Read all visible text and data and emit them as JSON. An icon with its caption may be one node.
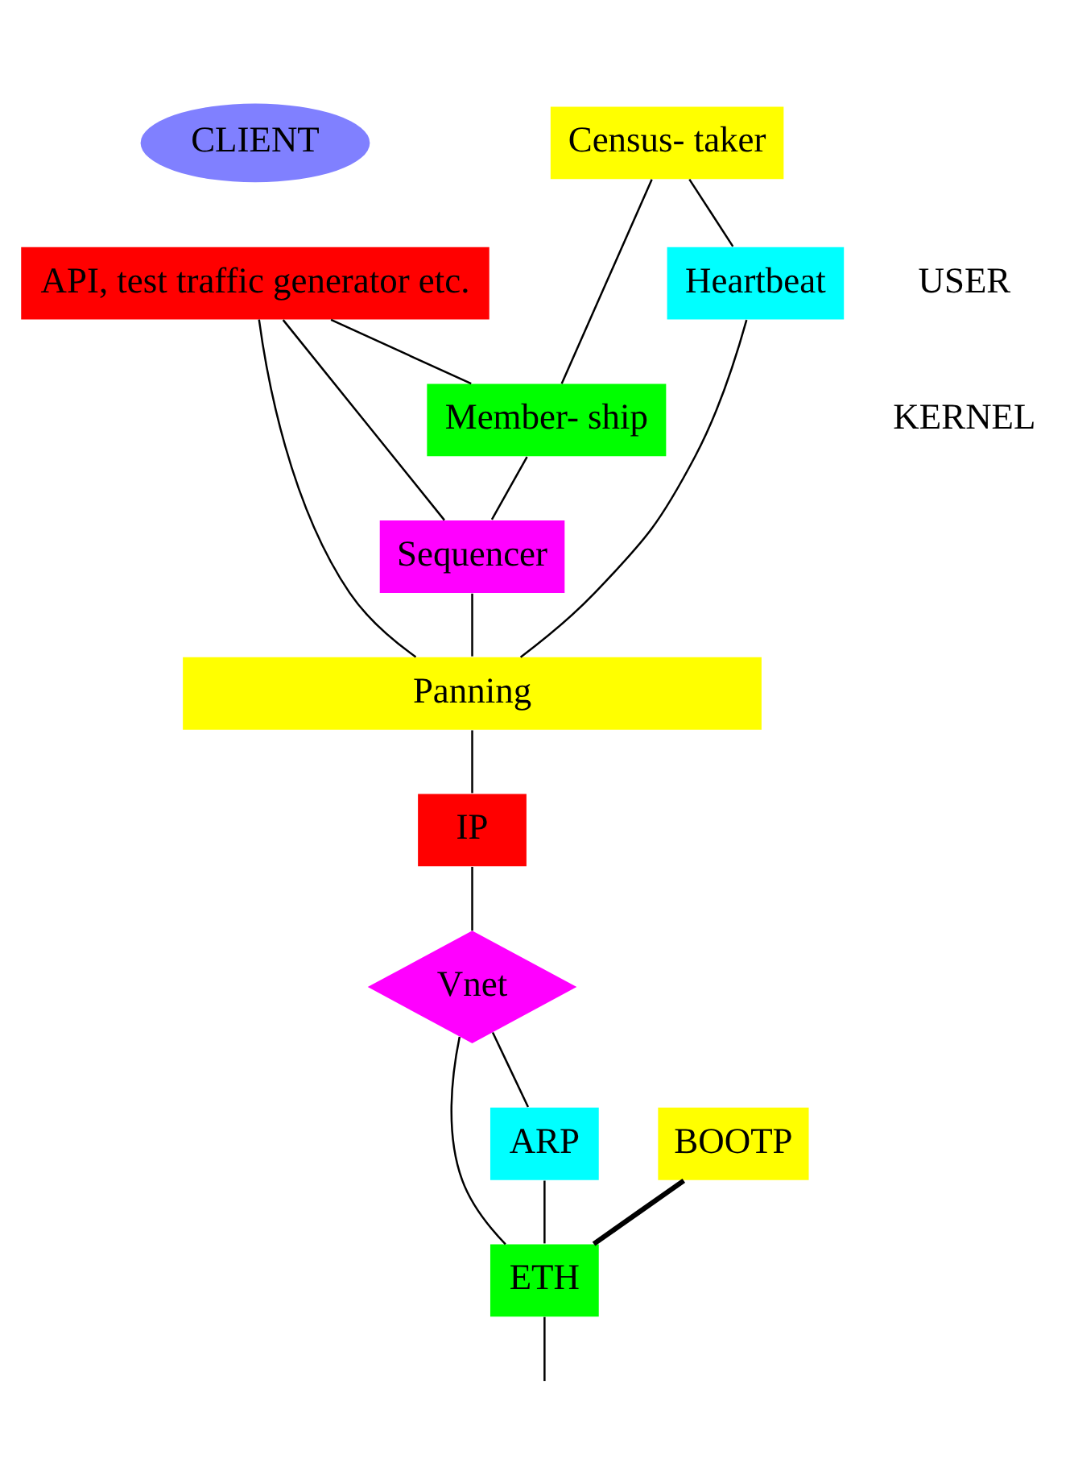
{
  "diagram": {
    "nodes": [
      {
        "text": [
          "CLIENT"
        ]
      },
      {
        "text": [
          "Census- taker"
        ]
      },
      {
        "text": [
          "API, test traffic generator etc."
        ]
      },
      {
        "text": [
          "Heartbeat"
        ]
      },
      {
        "text": [
          "Member- ship"
        ]
      },
      {
        "text": [
          "Sequencer"
        ]
      },
      {
        "text": [
          "Panning"
        ]
      },
      {
        "text": [
          "IP"
        ]
      },
      {
        "text": [
          "Vnet"
        ]
      },
      {
        "text": [
          "BOOTP"
        ]
      },
      {
        "text": [
          "ARP"
        ]
      },
      {
        "text": [
          "ETH"
        ]
      }
    ],
    "edges": [
      {
        "from": 1,
        "to": 3,
        "arrow": "none"
      },
      {
        "from": 1,
        "to": 4,
        "arrow": "none"
      },
      {
        "from": 2,
        "to": 4,
        "arrow": "none"
      },
      {
        "from": 2,
        "to": 5,
        "arrow": "none"
      },
      {
        "from": 2,
        "to": 6,
        "arrow": "none"
      },
      {
        "from": 3,
        "to": 6,
        "arrow": "none"
      },
      {
        "from": 4,
        "to": 5,
        "arrow": "none"
      },
      {
        "from": 5,
        "to": 6,
        "arrow": "none"
      },
      {
        "from": 6,
        "to": 7,
        "arrow": "none"
      },
      {
        "from": 7,
        "to": 8,
        "arrow": "none"
      },
      {
        "from": 8,
        "to": 11,
        "arrow": "none"
      },
      {
        "from": 8,
        "to": 10,
        "arrow": "none"
      },
      {
        "from": 9,
        "to": 11,
        "arrow": "none",
        "style": "thick"
      },
      {
        "from": 10,
        "to": 11,
        "arrow": "none"
      },
      {
        "from": 11,
        "to": null,
        "arrow": "none"
      }
    ],
    "labels": [
      "USER",
      "KERNEL"
    ]
  }
}
